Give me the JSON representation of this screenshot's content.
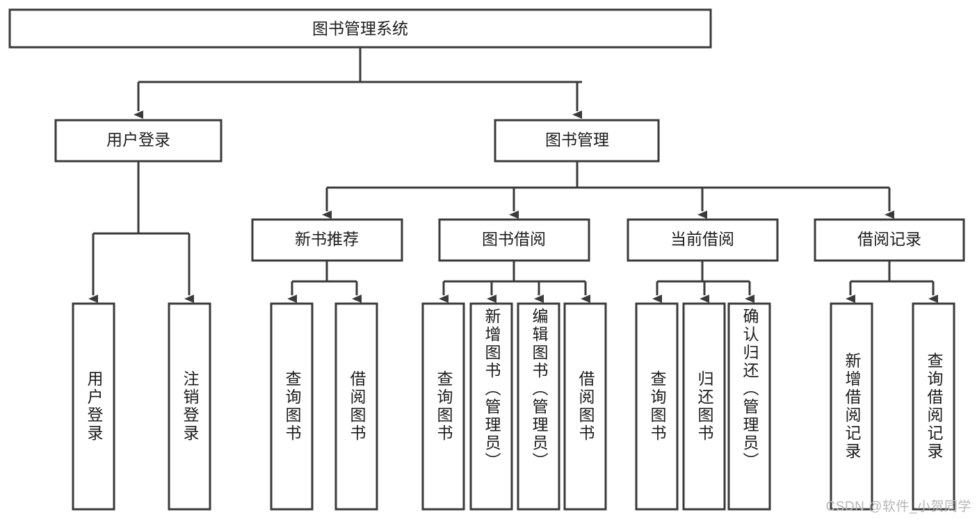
{
  "diagram": {
    "type": "tree-hierarchy",
    "orientation": "top-down",
    "root": {
      "id": "root",
      "label": "图书管理系统"
    },
    "level1": [
      {
        "id": "user-login",
        "label": "用户登录"
      },
      {
        "id": "book-management",
        "label": "图书管理"
      }
    ],
    "level2": [
      {
        "id": "new-book-recommend",
        "label": "新书推荐",
        "parent": "book-management"
      },
      {
        "id": "book-borrow",
        "label": "图书借阅",
        "parent": "book-management"
      },
      {
        "id": "current-borrow",
        "label": "当前借阅",
        "parent": "book-management"
      },
      {
        "id": "borrow-record",
        "label": "借阅记录",
        "parent": "book-management"
      }
    ],
    "leaves": {
      "user-login": [
        {
          "id": "leaf-user-login",
          "label": "用户登录"
        },
        {
          "id": "leaf-logout",
          "label": "注销登录"
        }
      ],
      "new-book-recommend": [
        {
          "id": "leaf-query-book-1",
          "label": "查询图书"
        },
        {
          "id": "leaf-borrow-book-1",
          "label": "借阅图书"
        }
      ],
      "book-borrow": [
        {
          "id": "leaf-query-book-2",
          "label": "查询图书"
        },
        {
          "id": "leaf-add-book",
          "label": "新增图书（管理员）"
        },
        {
          "id": "leaf-edit-book",
          "label": "编辑图书（管理员）"
        },
        {
          "id": "leaf-borrow-book-2",
          "label": "借阅图书"
        }
      ],
      "current-borrow": [
        {
          "id": "leaf-query-book-3",
          "label": "查询图书"
        },
        {
          "id": "leaf-return-book",
          "label": "归还图书"
        },
        {
          "id": "leaf-confirm-return",
          "label": "确认归还（管理员）"
        }
      ],
      "borrow-record": [
        {
          "id": "leaf-add-record",
          "label": "新增借阅记录"
        },
        {
          "id": "leaf-query-record",
          "label": "查询借阅记录"
        }
      ]
    }
  },
  "watermark": {
    "text": "CSDN @软件_小贺同学"
  },
  "colors": {
    "stroke": "#3a3a3a",
    "fill": "#ffffff",
    "text": "#1b1b1b",
    "watermark": "#b6b6b6"
  }
}
